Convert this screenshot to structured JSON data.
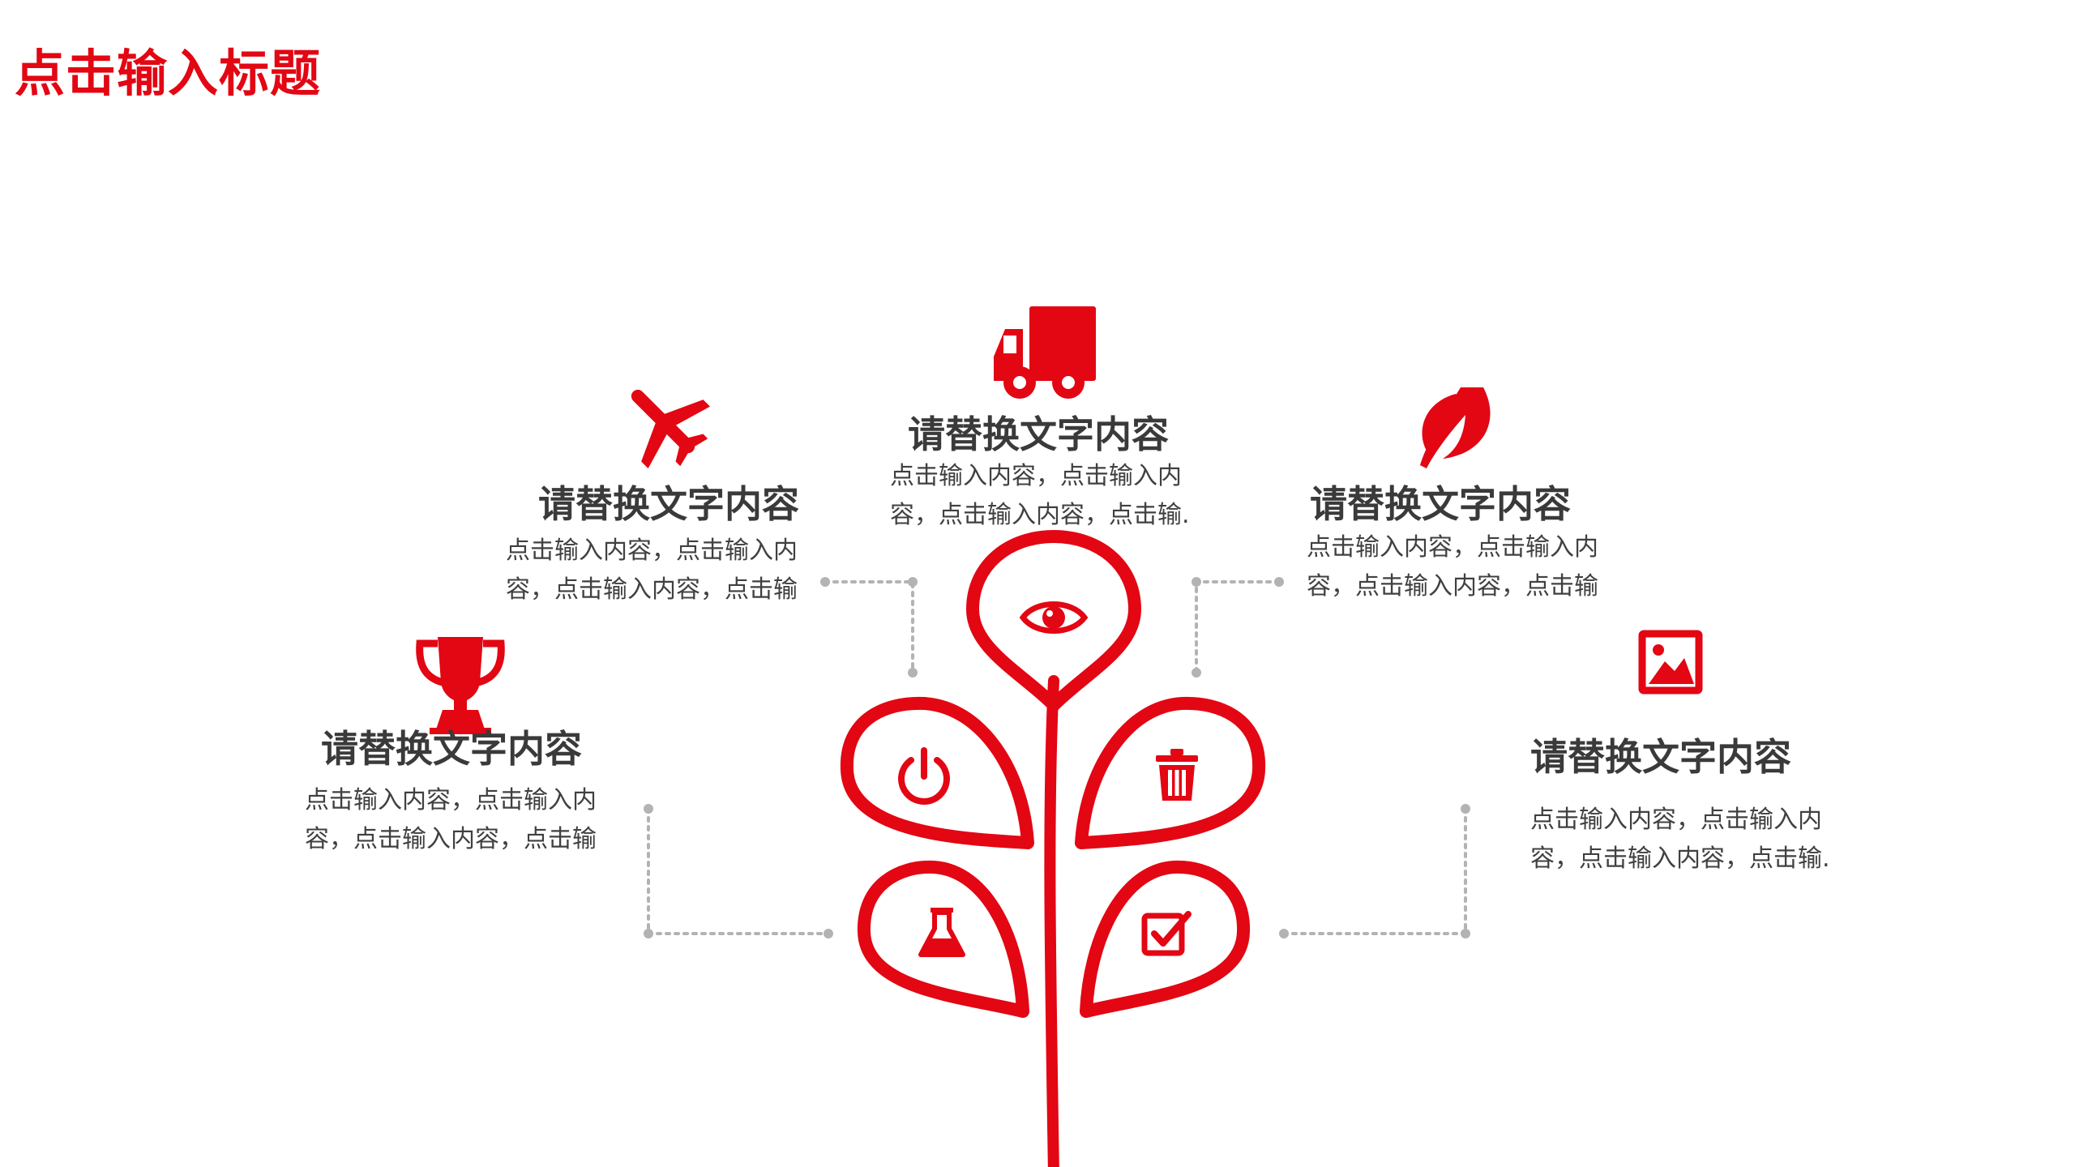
{
  "slide": {
    "title": "点击输入标题"
  },
  "colors": {
    "accent": "#e30613",
    "heading_text": "#3a3a3a",
    "body_text": "#404040",
    "connector": "#b3b3b3"
  },
  "items": [
    {
      "id": "center",
      "icon": "truck-icon",
      "heading": "请替换文字内容",
      "body": [
        "点击输入内容，点击输入内",
        "容，点击输入内容，点击输."
      ]
    },
    {
      "id": "upper-left",
      "icon": "airplane-icon",
      "heading": "请替换文字内容",
      "body": [
        "点击输入内容，点击输入内",
        "容，点击输入内容，点击输"
      ]
    },
    {
      "id": "upper-right",
      "icon": "leaf-icon",
      "heading": "请替换文字内容",
      "body": [
        "点击输入内容，点击输入内",
        "容，点击输入内容，点击输"
      ]
    },
    {
      "id": "lower-left",
      "icon": "trophy-icon",
      "heading": "请替换文字内容",
      "body": [
        "点击输入内容，点击输入内",
        "容，点击输入内容，点击输"
      ]
    },
    {
      "id": "lower-right",
      "icon": "image-icon",
      "heading": "请替换文字内容",
      "body": [
        "点击输入内容，点击输入内",
        "容，点击输入内容，点击输."
      ]
    }
  ],
  "tree_icons": [
    "eye-icon",
    "power-icon",
    "trash-icon",
    "flask-icon",
    "checkbox-icon"
  ]
}
